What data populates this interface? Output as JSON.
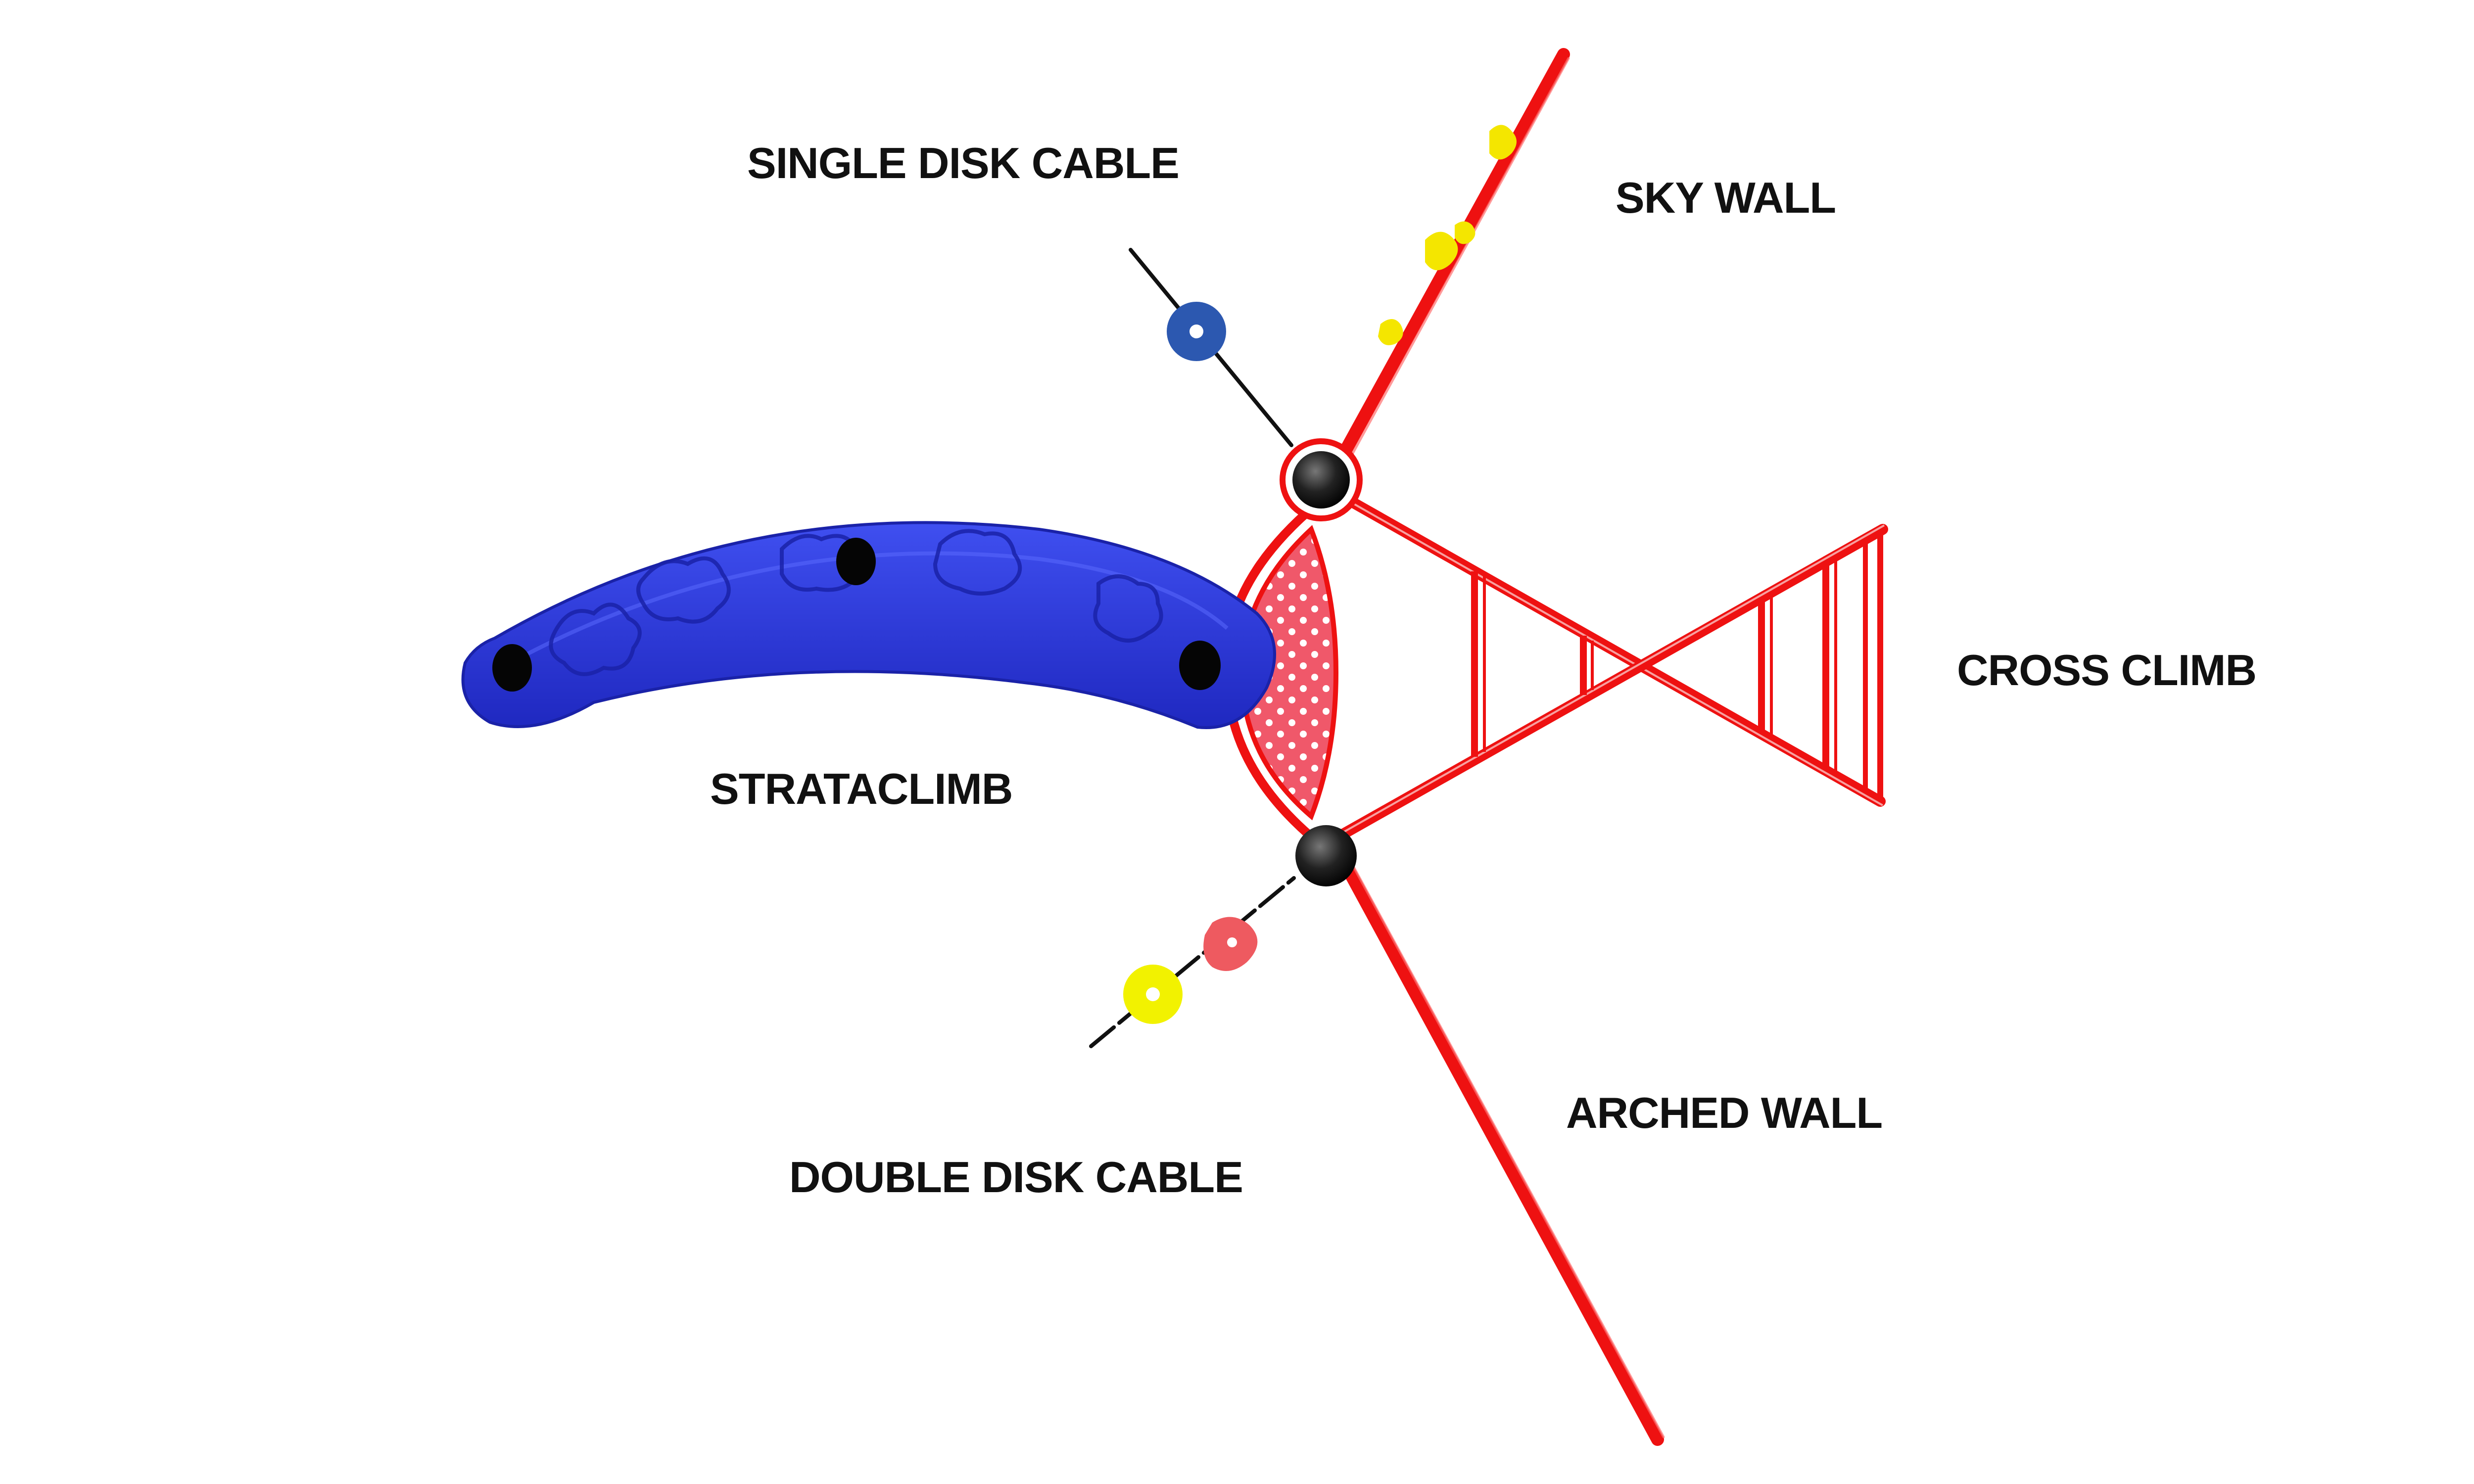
{
  "labels": {
    "single_disk_cable": "SINGLE DISK CABLE",
    "sky_wall": "SKY WALL",
    "cross_climb": "CROSS CLIMB",
    "strataclimb": "STRATACLIMB",
    "arched_wall": "ARCHED WALL",
    "double_disk_cable": "DOUBLE DISK CABLE"
  },
  "colors": {
    "frame_red": "#ee1111",
    "panel_pink": "#f0586a",
    "strataclimb_blue": "#2a35d8",
    "disk_blue": "#2c58b0",
    "disk_yellow": "#f2f200",
    "disk_coral": "#ee5a60",
    "hold_yellow": "#f4e600",
    "post_black": "#1a1a1a",
    "cable_black": "#111111"
  },
  "icons": {
    "post": "post-cap-icon",
    "disk": "disk-seat-icon",
    "hold": "climbing-hold-icon"
  }
}
